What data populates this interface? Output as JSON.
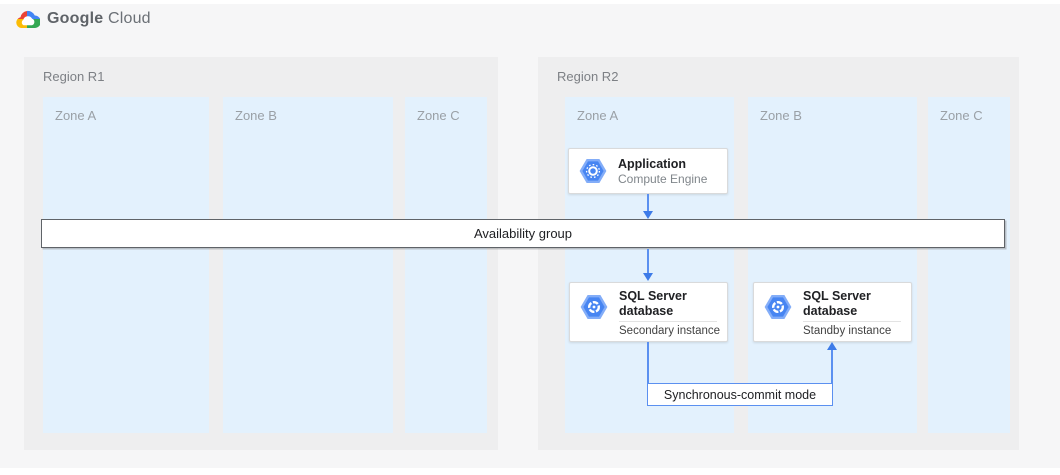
{
  "header": {
    "brand": {
      "name": "Google Cloud",
      "primary": "Google",
      "secondary": "Cloud"
    }
  },
  "colors": {
    "accent_blue": "#4285f4",
    "arrow_blue": "#5b90f0",
    "zone_fill": "#e3f1fd",
    "region_fill": "#eeeeef",
    "page_bg": "#f6f6f7"
  },
  "regions": [
    {
      "label": "Region R1",
      "zones": [
        {
          "label": "Zone A"
        },
        {
          "label": "Zone B"
        },
        {
          "label": "Zone C"
        }
      ]
    },
    {
      "label": "Region R2",
      "zones": [
        {
          "label": "Zone A"
        },
        {
          "label": "Zone B"
        },
        {
          "label": "Zone C"
        }
      ]
    }
  ],
  "availability_group": {
    "label": "Availability group"
  },
  "cards": {
    "application": {
      "title": "Application",
      "subtitle": "Compute Engine",
      "icon": "compute-engine-icon"
    },
    "sql_secondary": {
      "title": "SQL Server database",
      "instance": "Secondary instance",
      "icon": "sql-server-icon"
    },
    "sql_standby": {
      "title": "SQL Server database",
      "instance": "Standby instance",
      "icon": "sql-server-icon"
    }
  },
  "connector": {
    "label": "Synchronous-commit mode"
  }
}
